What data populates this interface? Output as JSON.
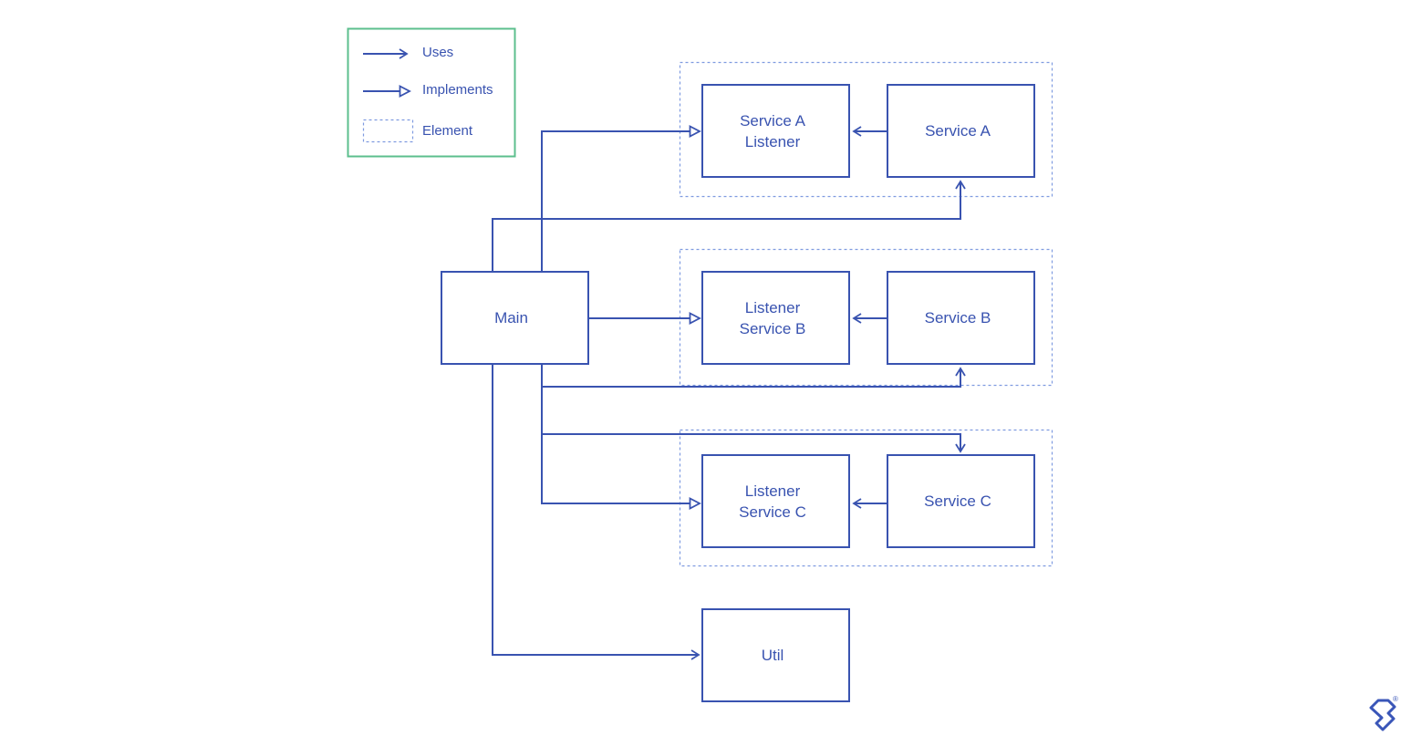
{
  "colors": {
    "line": "#3953b0",
    "dashed": "#7f9be0",
    "legend_border": "#5cbf8e",
    "logo": "#3a56b8"
  },
  "legend": {
    "uses": "Uses",
    "implements": "Implements",
    "element": "Element"
  },
  "nodes": {
    "main": "Main",
    "service_a_listener": "Service A\nListener",
    "service_a": "Service A",
    "listener_service_b": "Listener\nService B",
    "service_b": "Service B",
    "listener_service_c": "Listener\nService C",
    "service_c": "Service C",
    "util": "Util"
  },
  "edges": [
    {
      "from": "main",
      "to": "service_a_listener",
      "kind": "implements"
    },
    {
      "from": "main",
      "to": "service_a",
      "kind": "uses"
    },
    {
      "from": "service_a",
      "to": "service_a_listener",
      "kind": "uses"
    },
    {
      "from": "main",
      "to": "listener_service_b",
      "kind": "implements"
    },
    {
      "from": "main",
      "to": "service_b",
      "kind": "uses"
    },
    {
      "from": "service_b",
      "to": "listener_service_b",
      "kind": "uses"
    },
    {
      "from": "main",
      "to": "service_c",
      "kind": "uses"
    },
    {
      "from": "main",
      "to": "listener_service_c",
      "kind": "implements"
    },
    {
      "from": "service_c",
      "to": "listener_service_c",
      "kind": "uses"
    },
    {
      "from": "main",
      "to": "util",
      "kind": "uses"
    }
  ],
  "logo": {
    "icon": "toptal-logo-icon",
    "registered_mark": "®"
  }
}
